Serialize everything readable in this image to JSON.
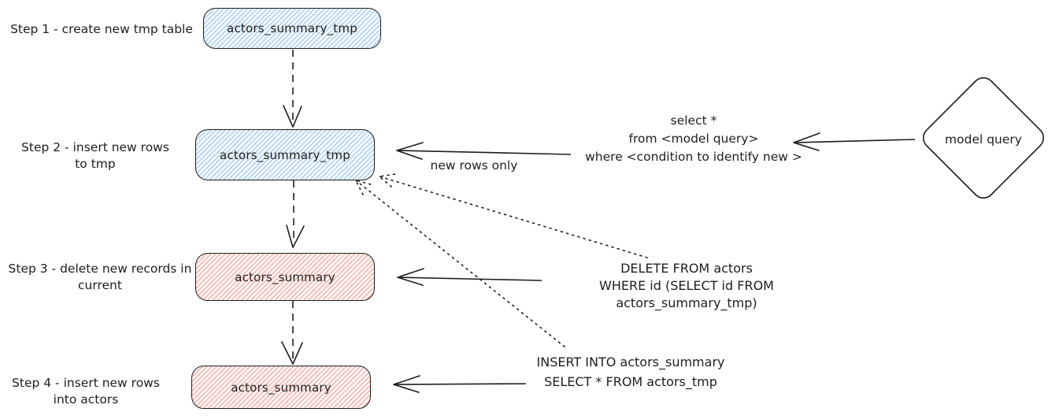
{
  "diagram": {
    "steps": [
      {
        "label": "Step 1 - create new tmp table",
        "node": "actors_summary_tmp"
      },
      {
        "label": "Step 2 - insert new rows\nto tmp",
        "node": "actors_summary_tmp"
      },
      {
        "label": "Step 3 - delete new records in\ncurrent",
        "node": "actors_summary"
      },
      {
        "label": "Step 4 - insert new rows\ninto actors",
        "node": "actors_summary"
      }
    ],
    "model_query_label": "model query",
    "annotations": {
      "select_query": "select *\nfrom <model query>\nwhere <condition to identify new >",
      "new_rows_only": "new rows only",
      "delete_query": "DELETE FROM actors\nWHERE id (SELECT id FROM actors_summary_tmp)",
      "insert_query": "INSERT INTO actors_summary\nSELECT * FROM actors_tmp"
    },
    "colors": {
      "stroke": "#1e1e1e",
      "blue_hatch": "#aecfed",
      "red_hatch": "#f3b0aa"
    }
  }
}
